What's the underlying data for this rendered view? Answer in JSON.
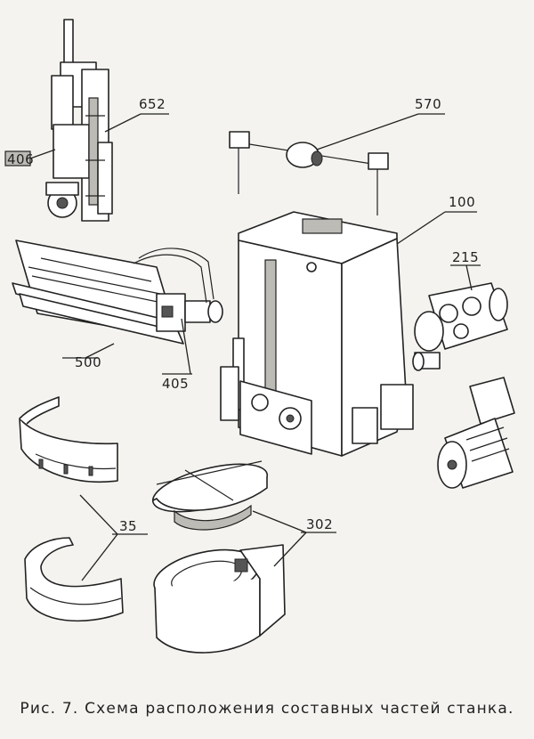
{
  "caption": "Рис. 7. Схема расположения составных частей станка.",
  "labels": {
    "p652": "652",
    "p406": "406",
    "p570": "570",
    "p100": "100",
    "p500": "500",
    "p405": "405",
    "p215": "215",
    "p35": "35",
    "p302": "302"
  }
}
